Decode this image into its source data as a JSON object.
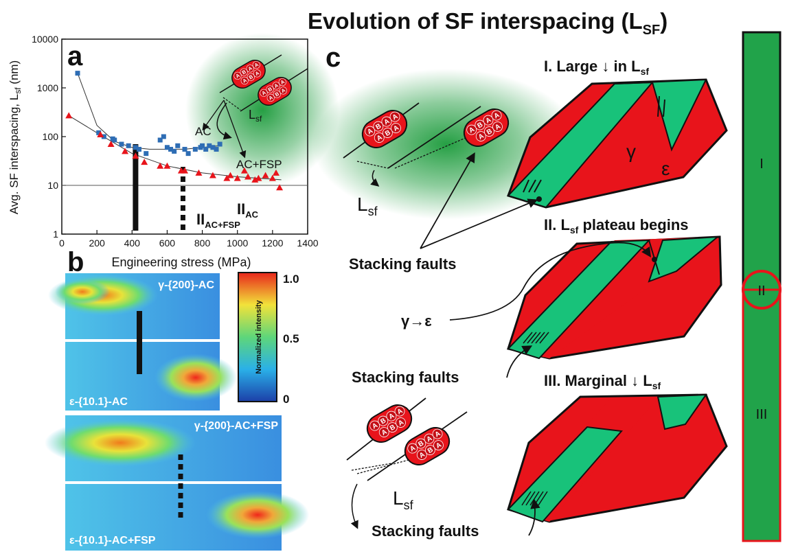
{
  "title": "Evolution of SF interspacing (L",
  "title_sub": "SF",
  "title_end": ")",
  "panel_a": {
    "label": "a",
    "ylabel": "Avg. SF interspacing, L",
    "ylabel_sub": "sf",
    "ylabel_end": " (nm)",
    "xlabel": "Engineering stress (MPa)",
    "xticks": [
      "0",
      "200",
      "400",
      "600",
      "800",
      "1000",
      "1200",
      "1400"
    ],
    "yticks": [
      "1",
      "10",
      "100",
      "1000",
      "10000"
    ],
    "marker_ac": "II",
    "marker_ac_sub": "AC",
    "marker_acfsp": "II",
    "marker_acfsp_sub": "AC+FSP",
    "label_ac": "AC",
    "label_acfsp": "AC+FSP",
    "lsf_label": "L",
    "lsf_sub": "sf"
  },
  "panel_b": {
    "label": "b",
    "img1": "γ-{200}-AC",
    "img2": "ε-{10.1}-AC",
    "img3": "γ-{200}-AC+FSP",
    "img4": "ε-{10.1}-AC+FSP",
    "cbar_title": "Normalized intensity",
    "cbar_ticks": [
      "1.0",
      "0.5",
      "0"
    ]
  },
  "panel_c": {
    "label": "c",
    "stage1": "I. Large ↓ in L",
    "stage1_sub": "sf",
    "stage2": "II. L",
    "stage2_sub": "sf",
    "stage2_end": " plateau begins",
    "stage3": "III. Marginal ↓ L",
    "stage3_sub": "sf",
    "gamma": "γ",
    "epsilon": "ε",
    "stacking_faults": "Stacking faults",
    "transform": "γ→ε",
    "lsf": "L",
    "lsf_sub": "sf"
  },
  "stage_bar": {
    "s1": "I",
    "s2": "II",
    "s3": "III"
  },
  "colors": {
    "red": "#e8141b",
    "green": "#18c27a",
    "darkgreen": "#21a34a",
    "glow": "#1a9a3a"
  },
  "chart_data": {
    "type": "scatter",
    "title": "",
    "xlabel": "Engineering stress (MPa)",
    "ylabel": "Avg. SF interspacing, Lsf (nm)",
    "xlim": [
      0,
      1400
    ],
    "ylim": [
      1,
      10000
    ],
    "yscale": "log",
    "series": [
      {
        "name": "AC",
        "marker": "square",
        "color": "#2e6db4",
        "x": [
          90,
          210,
          240,
          290,
          300,
          340,
          380,
          420,
          440,
          480,
          560,
          580,
          600,
          620,
          640,
          660,
          700,
          720,
          760,
          790,
          800,
          820,
          840,
          860,
          880,
          900
        ],
        "y": [
          2000,
          120,
          100,
          90,
          85,
          70,
          65,
          60,
          55,
          45,
          85,
          100,
          60,
          55,
          50,
          65,
          55,
          45,
          55,
          60,
          65,
          55,
          65,
          60,
          55,
          70
        ]
      },
      {
        "name": "AC+FSP",
        "marker": "triangle",
        "color": "#e8141b",
        "x": [
          40,
          220,
          280,
          360,
          420,
          470,
          560,
          600,
          680,
          700,
          780,
          860,
          940,
          960,
          1000,
          1040,
          1060,
          1100,
          1120,
          1160,
          1200,
          1220,
          1240
        ],
        "y": [
          270,
          110,
          70,
          50,
          40,
          30,
          25,
          25,
          20,
          20,
          18,
          16,
          14,
          16,
          14,
          20,
          15,
          13,
          14,
          16,
          14,
          18,
          9
        ]
      }
    ],
    "fits": [
      {
        "name": "AC fit",
        "x": [
          90,
          200,
          300,
          400,
          500,
          600,
          700,
          800,
          900
        ],
        "y": [
          2000,
          170,
          80,
          60,
          55,
          55,
          55,
          60,
          65
        ]
      },
      {
        "name": "AC+FSP fit",
        "x": [
          40,
          200,
          400,
          600,
          800,
          1000,
          1250
        ],
        "y": [
          270,
          120,
          45,
          25,
          18,
          15,
          13
        ]
      }
    ],
    "hline": 10,
    "vmarkers": [
      {
        "x": 420,
        "style": "solid"
      },
      {
        "x": 690,
        "style": "dashed"
      }
    ]
  }
}
